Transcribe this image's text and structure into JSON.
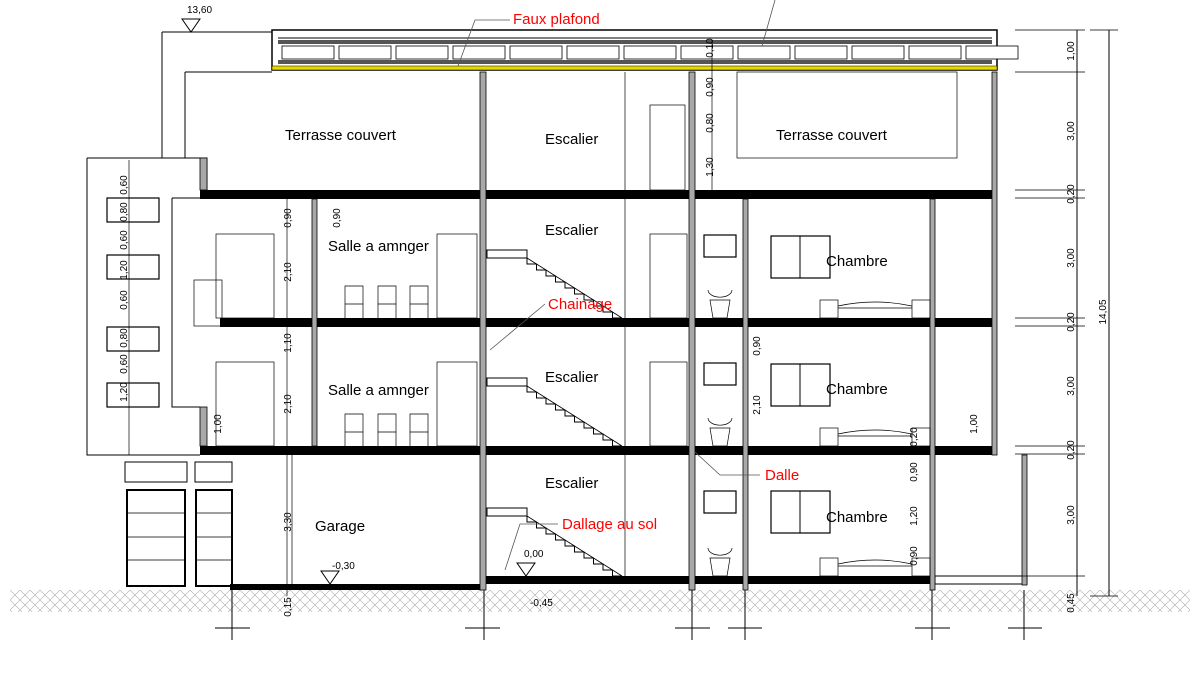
{
  "levels": {
    "top": "13,60",
    "garage": "-0,30",
    "ground": "0,00",
    "foundation": "-0,45"
  },
  "rooms": {
    "terrasse_left": "Terrasse couvert",
    "terrasse_right": "Terrasse couvert",
    "escalier_3": "Escalier",
    "escalier_2": "Escalier",
    "escalier_1": "Escalier",
    "escalier_0": "Escalier",
    "salle_2": "Salle a amnger",
    "salle_1": "Salle a amnger",
    "chambre_2": "Chambre",
    "chambre_1": "Chambre",
    "chambre_0": "Chambre",
    "garage": "Garage"
  },
  "annotations": {
    "faux_plafond": "Faux plafond",
    "chainage": "Chainage",
    "dalle": "Dalle",
    "dallage": "Dallage au sol"
  },
  "dims": {
    "right": [
      "1,00",
      "3,00",
      "0,20",
      "3,00",
      "0,20",
      "3,00",
      "0,20",
      "3,00",
      "0,45"
    ],
    "total": "14,05",
    "facade": [
      "0,60",
      "0,80",
      "0,60",
      "1,20",
      "0,60",
      "0,80",
      "0,60",
      "1,20"
    ],
    "left_col": [
      "0,90",
      "2,10",
      "1,10",
      "2,10",
      "3,30",
      "0,15"
    ],
    "salle_col": "0,90",
    "sill_left": "1,00",
    "sill_right": "1,00",
    "top_stair": [
      "0,10",
      "0,90",
      "0,80",
      "1,30"
    ],
    "chambre_col": [
      "0,90",
      "2,10"
    ],
    "chambre0_col": [
      "0,90",
      "1,20",
      "0,90"
    ],
    "small": "0,20"
  }
}
